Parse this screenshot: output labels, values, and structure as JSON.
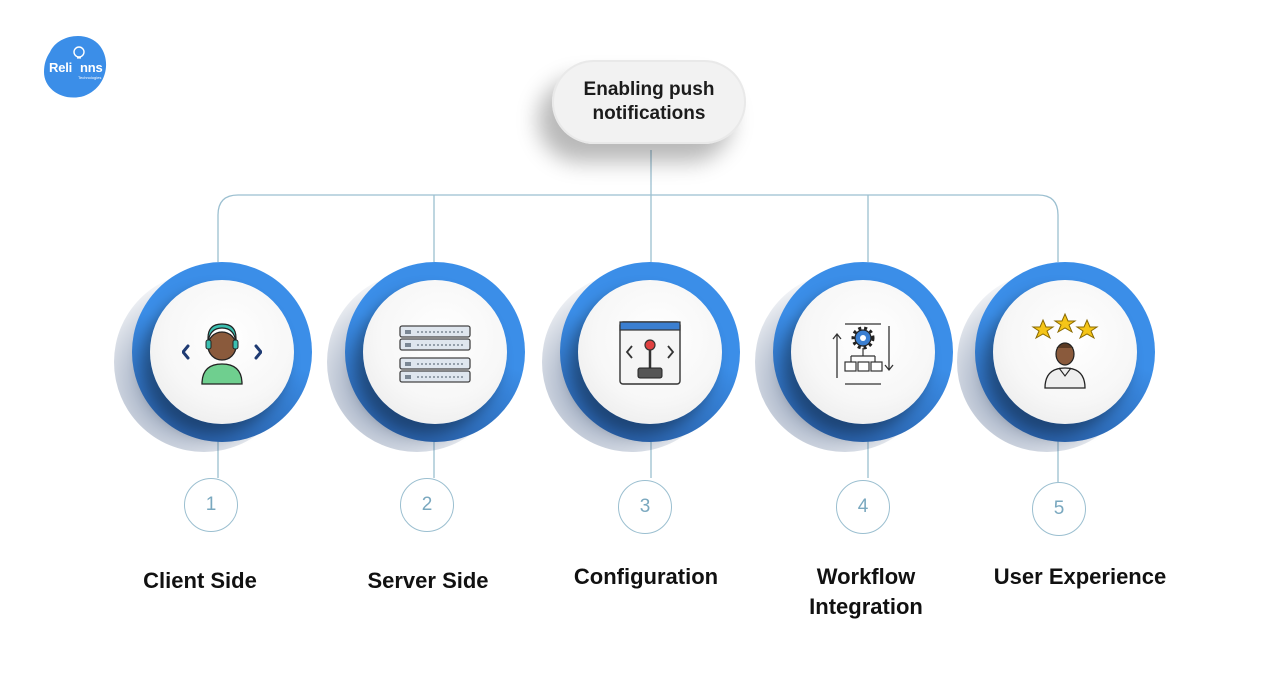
{
  "logo": {
    "text": "Reli",
    "text2": "nns",
    "sub": "Technologies",
    "icon": "lightbulb-icon",
    "color": "#3b8ee8"
  },
  "root": {
    "title": "Enabling push notifications"
  },
  "colors": {
    "ring": "#3b8ee8",
    "connector": "#9bbfd0",
    "number": "#7aa8bf"
  },
  "steps": [
    {
      "number": "1",
      "label": "Client Side",
      "icon": "developer-icon"
    },
    {
      "number": "2",
      "label": "Server Side",
      "icon": "server-rack-icon"
    },
    {
      "number": "3",
      "label": "Configuration",
      "icon": "joystick-window-icon"
    },
    {
      "number": "4",
      "label": "Workflow Integration",
      "icon": "workflow-gear-icon"
    },
    {
      "number": "5",
      "label": "User Experience",
      "icon": "user-rating-stars-icon"
    }
  ]
}
